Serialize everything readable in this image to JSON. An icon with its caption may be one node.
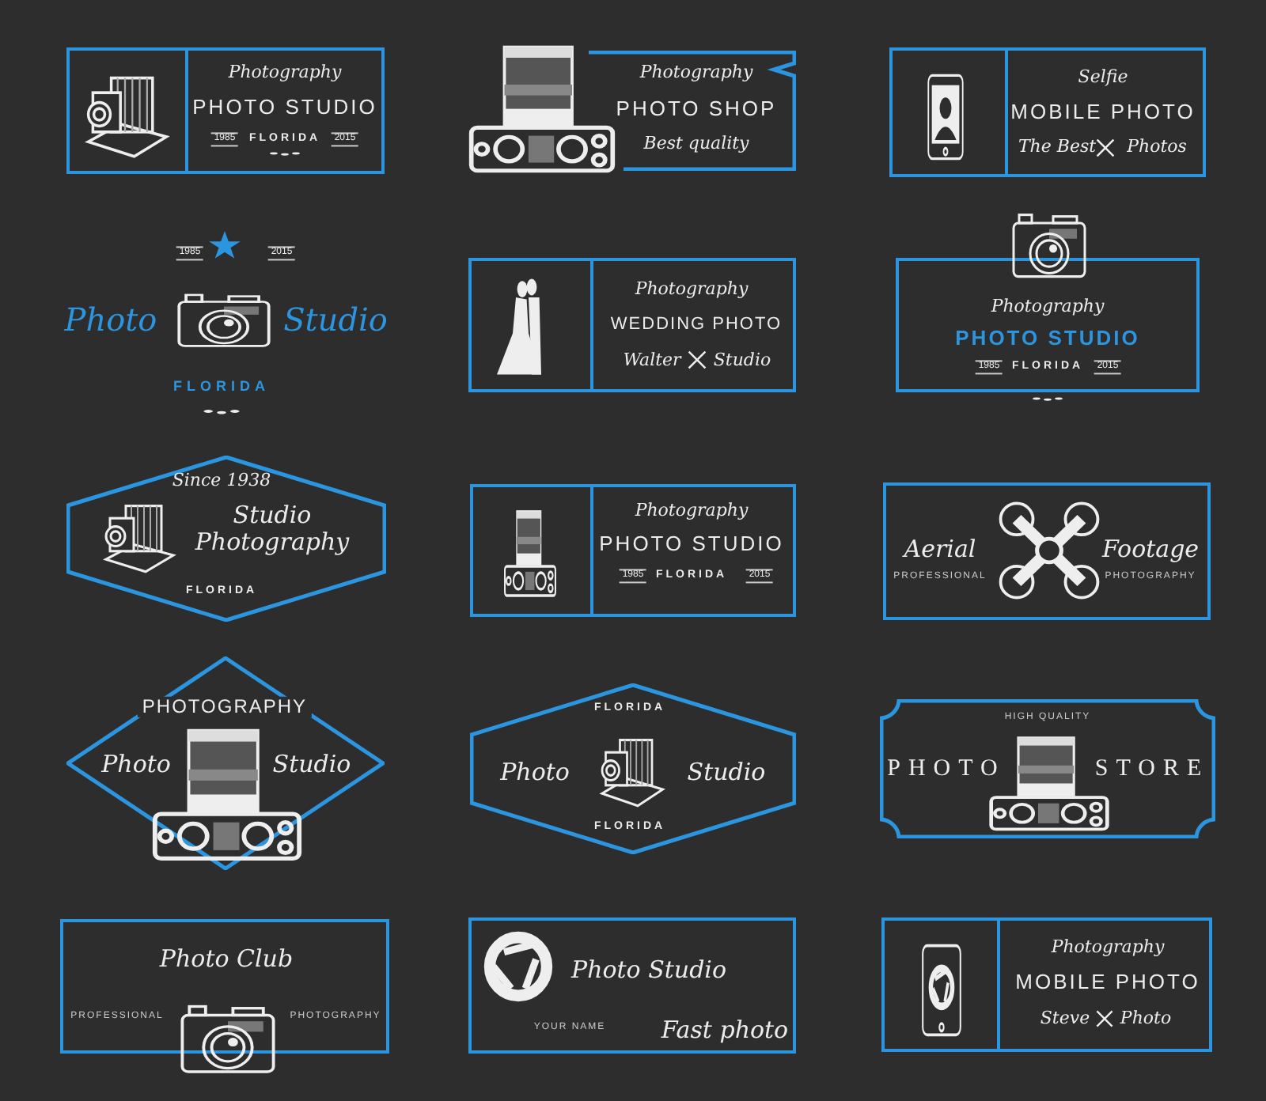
{
  "diagram": {
    "nodes": [
      {
        "text": [
          "Photography",
          "PHOTO STUDIO",
          "1985",
          "FLORIDA",
          "2015"
        ]
      },
      {
        "text": [
          "Photography",
          "PHOTO SHOP",
          "Best quality"
        ]
      },
      {
        "text": [
          "Selfie",
          "MOBILE PHOTO",
          "The Best",
          "Photos"
        ]
      },
      {
        "text": [
          "Photography",
          "WEDDING PHOTO",
          "Walter",
          "Studio"
        ]
      },
      {
        "text": [
          "Photography",
          "PHOTO STUDIO",
          "1985",
          "FLORIDA",
          "2015"
        ]
      },
      {
        "text": [
          "Since 1938",
          "Studio Photography",
          "FLORIDA"
        ]
      },
      {
        "text": [
          "Photography",
          "PHOTO STUDIO",
          "1985",
          "FLORIDA",
          "2015"
        ]
      },
      {
        "text": [
          "Aerial",
          "PROFESSIONAL",
          "Footage",
          "PHOTOGRAPHY"
        ]
      },
      {
        "text": [
          "PHOTOGRAPHY",
          "Photo",
          "Studio"
        ]
      },
      {
        "text": [
          "FLORIDA",
          "Photo",
          "Studio",
          "FLORIDA"
        ]
      },
      {
        "text": [
          "HIGH QUALITY",
          "PHOTO",
          "STORE"
        ]
      },
      {
        "text": [
          "Photo Club",
          "PROFESSIONAL",
          "PHOTOGRAPHY"
        ]
      },
      {
        "text": [
          "Photo Studio",
          "YOUR NAME",
          "Fast photo"
        ]
      },
      {
        "text": [
          "Photography",
          "MOBILE PHOTO",
          "Steve",
          "Photo"
        ]
      }
    ],
    "edges": [],
    "labels": [
      "1985",
      "2015",
      "Photo",
      "Studio",
      "FLORIDA"
    ]
  }
}
